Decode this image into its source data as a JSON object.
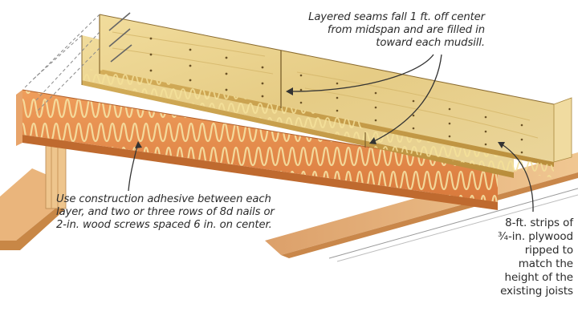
{
  "diagram": {
    "subject": "Sistering a floor joist with layered strips of plywood",
    "colors": {
      "background": "#ffffff",
      "plywood_face": "#e8cf8a",
      "plywood_edge": "#c9a24f",
      "joist_face": "#e79a5c",
      "joist_edge": "#c96d33",
      "adhesive_bead": "#f3e3a0",
      "beam": "#e6b27a",
      "text": "#2b2b2b",
      "leader_line": "#333333"
    },
    "callouts": {
      "seams": {
        "lines": [
          "Layered seams fall 1 ft. off center",
          "from midspan and are filled in",
          "toward each mudsill."
        ]
      },
      "adhesive": {
        "lines": [
          "Use construction adhesive between each",
          "layer, and two or three rows of 8d nails or",
          "2-in. wood screws spaced 6 in. on center."
        ]
      },
      "strips": {
        "lines": [
          "8-ft. strips of",
          "¾-in. plywood",
          "ripped to",
          "match the",
          "height of the",
          "existing joists"
        ]
      }
    },
    "components": [
      {
        "name": "existing-joist",
        "label": "Existing joist with adhesive bead"
      },
      {
        "name": "plywood-layer-1",
        "label": "First plywood strip layer"
      },
      {
        "name": "plywood-layer-2",
        "label": "Second plywood strip layer"
      },
      {
        "name": "mudsill-beam",
        "label": "Supporting beam / mudsill"
      },
      {
        "name": "nails",
        "label": "8d nails"
      }
    ]
  }
}
